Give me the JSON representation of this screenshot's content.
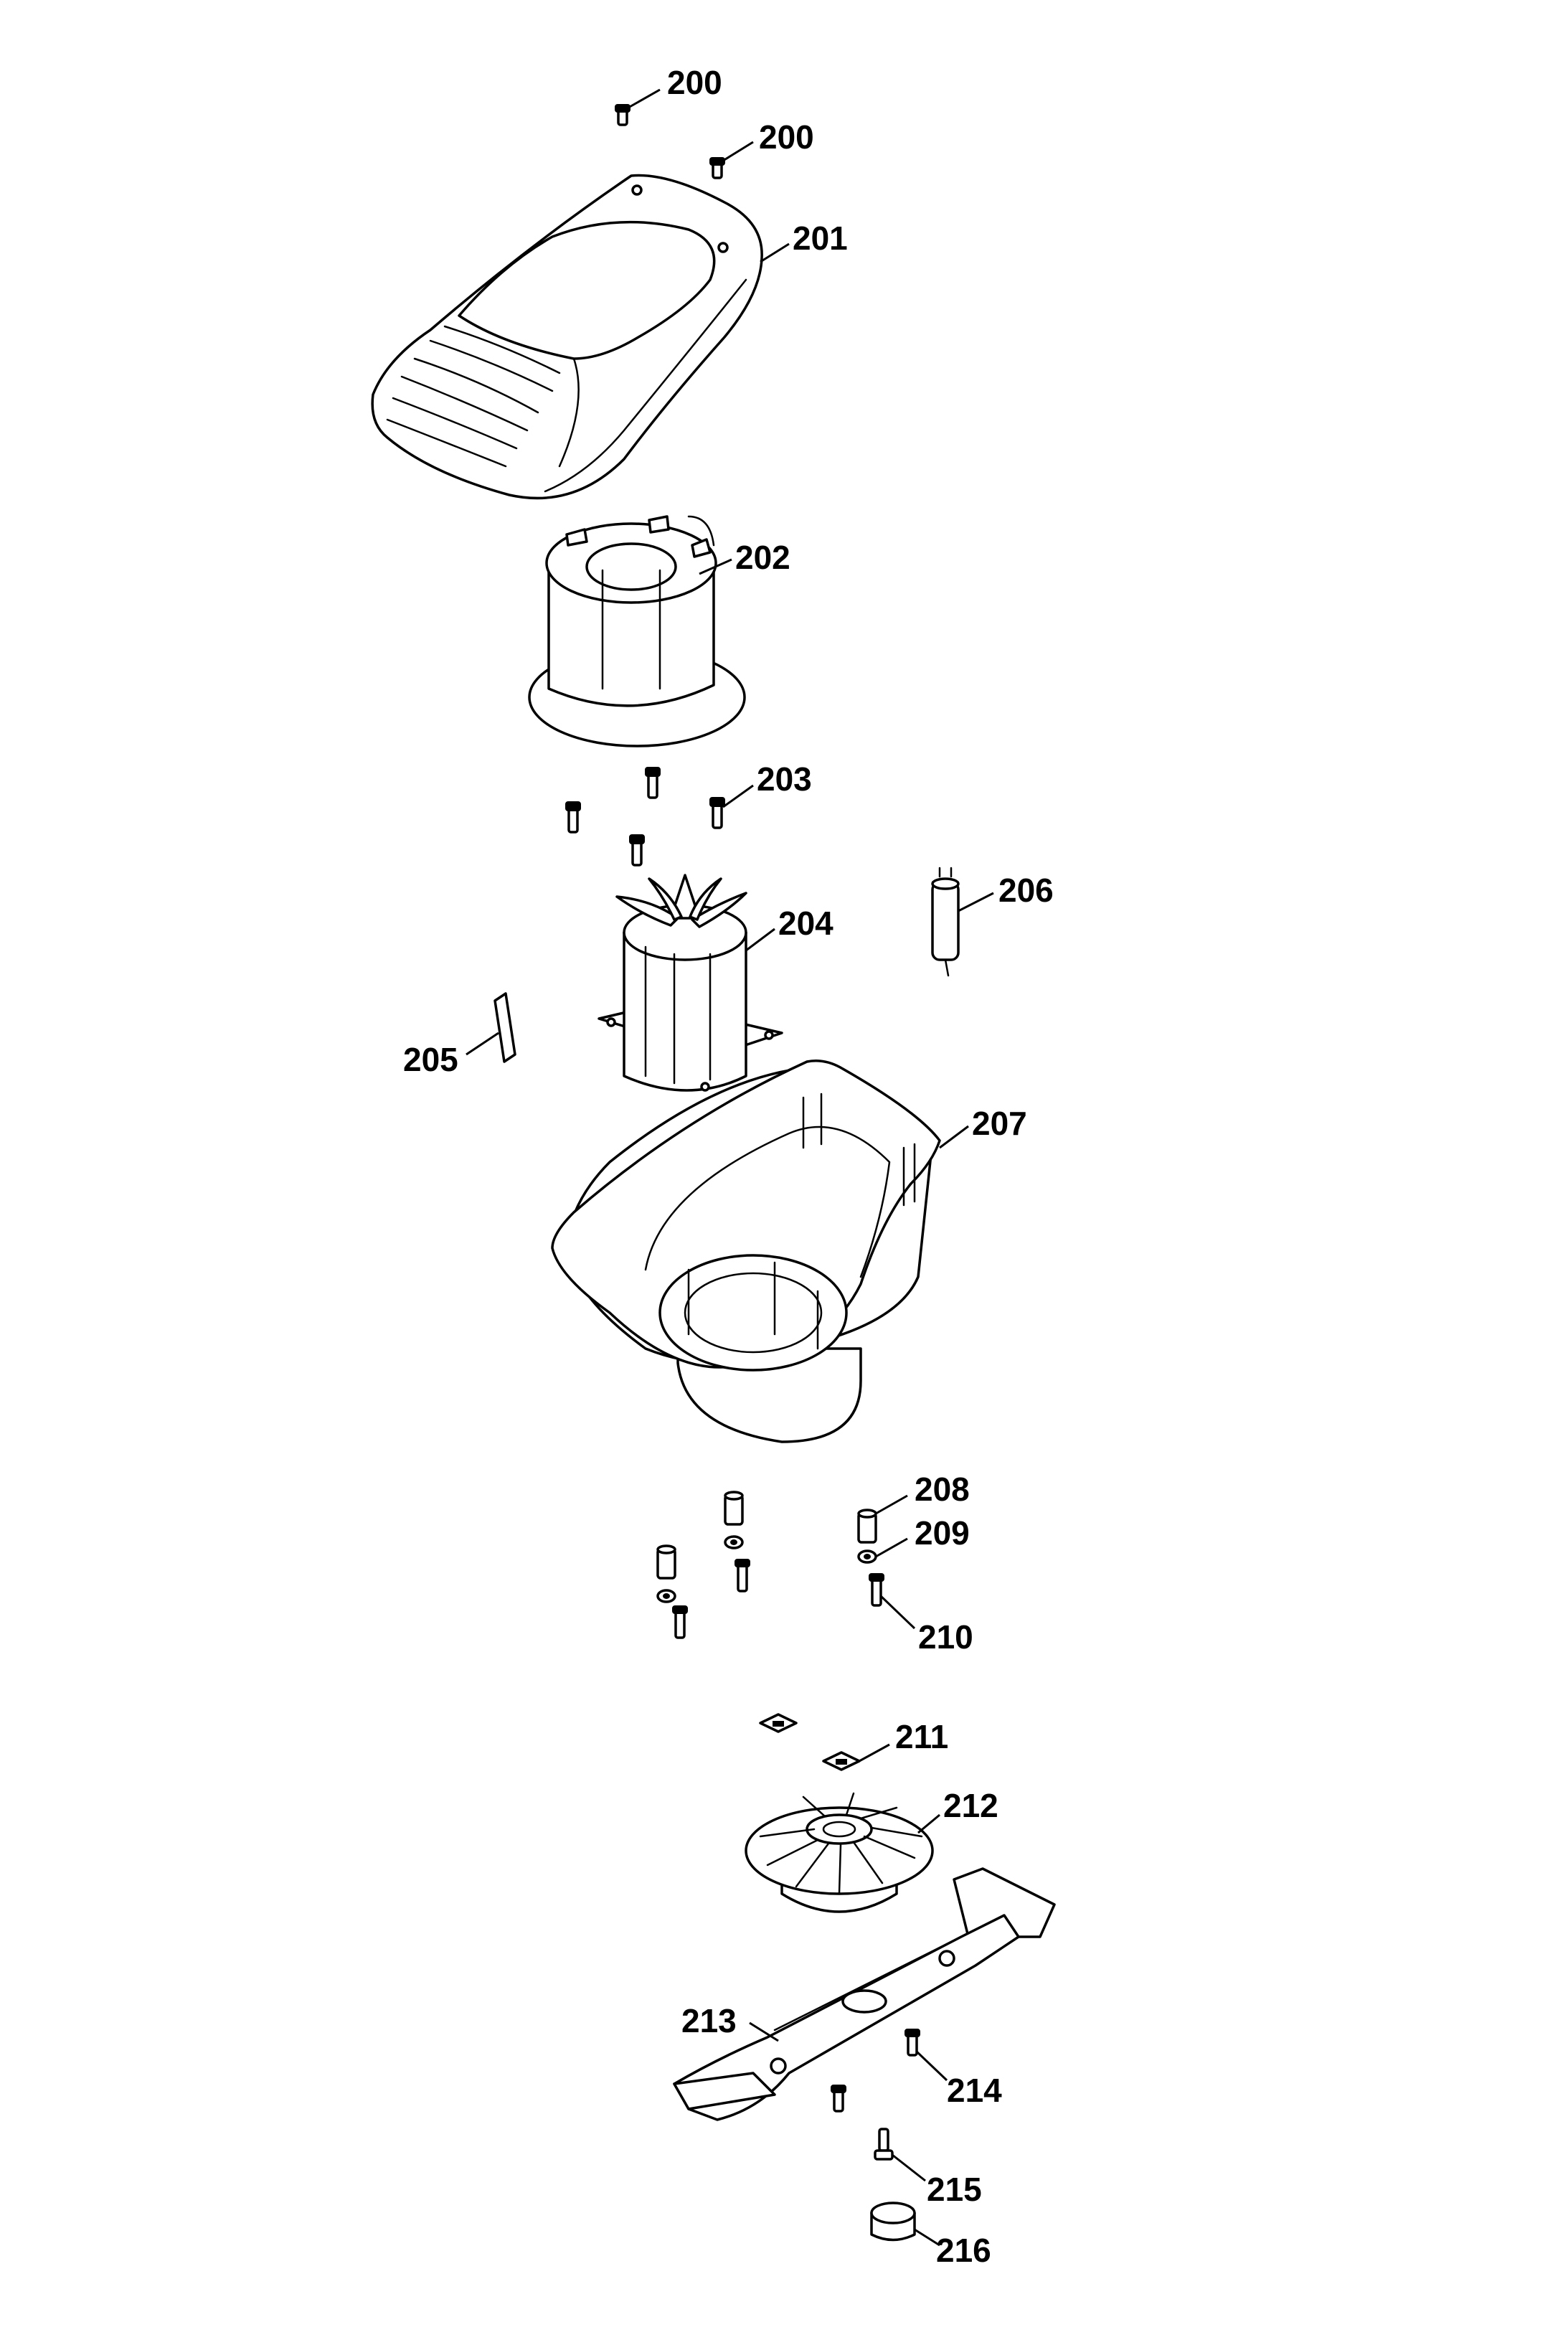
{
  "callouts": {
    "c200a": "200",
    "c200b": "200",
    "c201": "201",
    "c202": "202",
    "c203": "203",
    "c204": "204",
    "c205": "205",
    "c206": "206",
    "c207": "207",
    "c208": "208",
    "c209": "209",
    "c210": "210",
    "c211": "211",
    "c212": "212",
    "c213": "213",
    "c214": "214",
    "c215": "215",
    "c216": "216"
  }
}
